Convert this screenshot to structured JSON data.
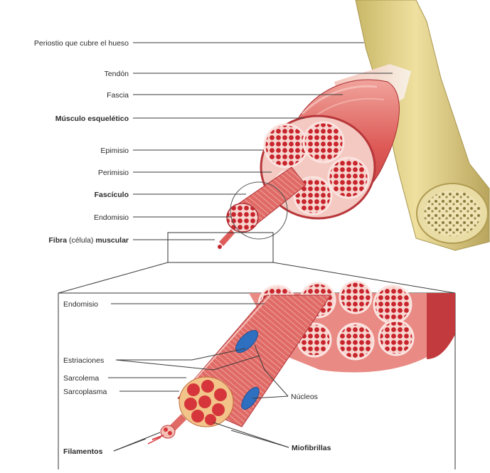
{
  "top_labels": {
    "periosteum": "Periostio que cubre el hueso",
    "tendon": "Tendón",
    "fascia": "Fascia",
    "skeletal_muscle": "Músculo esquelético",
    "epimysium": "Epimisio",
    "perimysium": "Perimisio",
    "fascicle": "Fascículo",
    "endomysium": "Endomisio",
    "fiber_bold_a": "Fibra",
    "fiber_normal": " (célula) ",
    "fiber_bold_b": "muscular"
  },
  "inset_labels": {
    "endomysium": "Endomisio",
    "striations": "Estriaciones",
    "sarcolemma": "Sarcolema",
    "sarcoplasm": "Sarcoplasma",
    "nuclei": "Núcleos",
    "filaments": "Filamentos",
    "myofibrils": "Miofibrillas"
  },
  "colors": {
    "muscle": "#d9474a",
    "muscle_dark": "#b52a30",
    "muscle_light": "#f2a6a0",
    "bone": "#e6d48a",
    "bone_dark": "#b8a45a",
    "tendon": "#f3ece0",
    "nucleus": "#2f6fc0"
  }
}
